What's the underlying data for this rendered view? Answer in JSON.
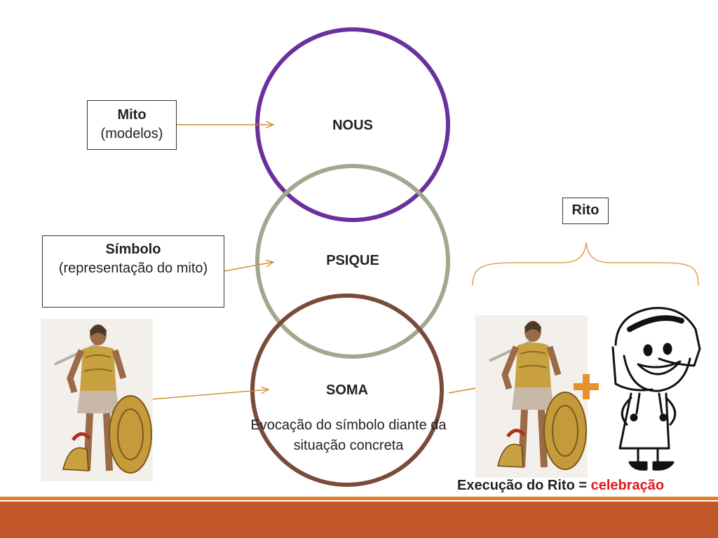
{
  "diagram": {
    "circles": [
      {
        "id": "nous",
        "label": "NOUS",
        "color": "#6b2f9e"
      },
      {
        "id": "psique",
        "label": "PSIQUE",
        "color": "#a0a98e"
      },
      {
        "id": "soma",
        "label": "SOMA",
        "color": "#7a4b3a"
      }
    ],
    "mito": {
      "title": "Mito",
      "subtitle": "(modelos)"
    },
    "simbolo": {
      "title": "Símbolo",
      "subtitle": "(representação do mito)"
    },
    "soma_caption": "Evocação do símbolo diante da situação concreta",
    "rito": {
      "label": "Rito"
    },
    "execucao": {
      "prefix": "Execução do Rito = ",
      "highlight": "celebração"
    },
    "plus_symbol": "+",
    "arrow_color": "#d4882a",
    "plus_color": "#e8902c",
    "brace_color": "#e0a050"
  }
}
